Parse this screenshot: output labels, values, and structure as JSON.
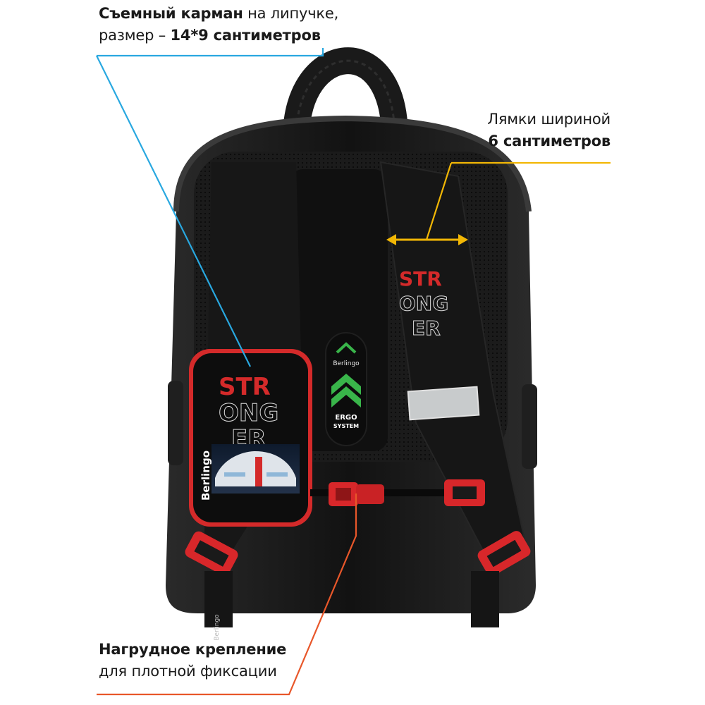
{
  "callouts": {
    "pocket": {
      "line1_bold": "Съемный карман",
      "line1_rest": " на липучке,",
      "line2_plain": "размер – ",
      "line2_bold": "14*9 сантиметров",
      "line_color": "#29a8e0"
    },
    "straps": {
      "line1": "Лямки шириной",
      "line2": "6 сантиметров",
      "line_color": "#f2b705"
    },
    "chest": {
      "line1": "Нагрудное крепление",
      "line2": "для плотной фиксации",
      "line_color": "#e8572a"
    }
  },
  "backpack": {
    "strap_print": [
      "STR",
      "ONG",
      "ER"
    ],
    "pocket_print": [
      "STR",
      "ONG",
      "ER"
    ],
    "pocket_brand": "Berlingo",
    "patch_brand": "Berlingo",
    "patch_lines": [
      "ERGO",
      "SYSTEM"
    ],
    "foot_brand": "Berlingo",
    "colors": {
      "body": "#151515",
      "accent": "#d42a2a",
      "buckle": "#d8272a",
      "reflective": "#c8cbcc",
      "patch_green": "#39b54a"
    }
  }
}
